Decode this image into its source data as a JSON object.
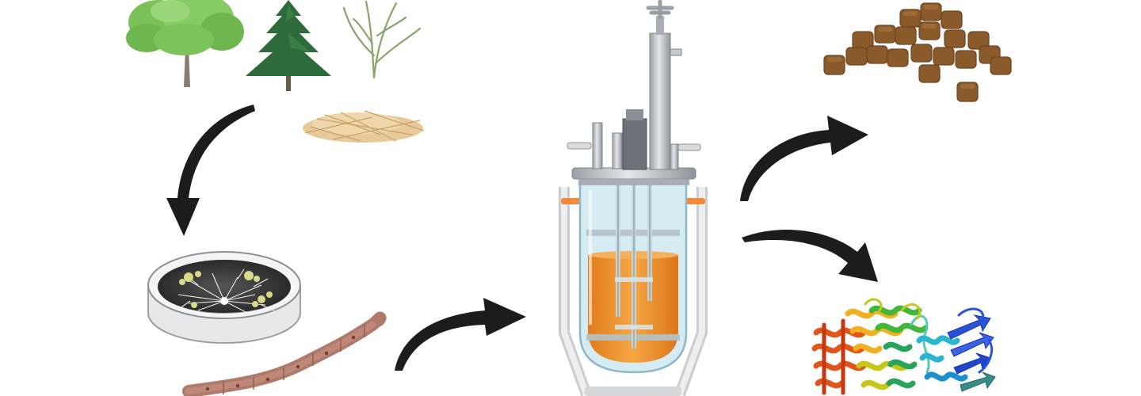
{
  "diagram": {
    "stages": [
      {
        "id": "lignocellulosic-biomass",
        "items": [
          "broadleaf-tree",
          "conifer-tree",
          "grass-stalk",
          "straw-pile"
        ]
      },
      {
        "id": "fungal-culture",
        "items": [
          "petri-dish",
          "fungal-hypha"
        ]
      },
      {
        "id": "fermentation",
        "items": [
          "bioreactor"
        ]
      },
      {
        "id": "products",
        "items": [
          "feed-pellets",
          "protein-structure"
        ]
      }
    ],
    "flows": [
      {
        "from": "lignocellulosic-biomass",
        "to": "fungal-culture"
      },
      {
        "from": "fungal-culture",
        "to": "fermentation"
      },
      {
        "from": "fermentation",
        "to": "feed-pellets"
      },
      {
        "from": "fermentation",
        "to": "protein-structure"
      }
    ]
  },
  "colors": {
    "arrow": "#1c1c1c",
    "tree_foliage": "#7cc35a",
    "conifer": "#2e6b3a",
    "straw": "#e8c99a",
    "petri_media": "#3a3a3a",
    "hypha": "#b07a6a",
    "broth": "#f0962c",
    "glass": "#d6ecf3",
    "steel": "#b9bec4",
    "accent_orange": "#f08a3c",
    "pellet": "#8b5a2b"
  }
}
